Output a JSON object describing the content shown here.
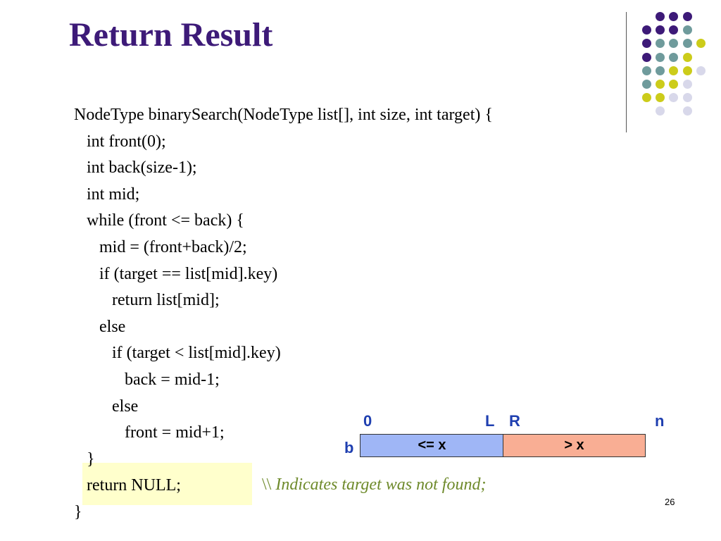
{
  "slide": {
    "title": "Return Result",
    "page_number": "26"
  },
  "colors": {
    "title": "#3d1a78",
    "comment": "#6e8a2b",
    "diagram_label": "#1f3fb0",
    "bar_left_fill": "#9fb6f6",
    "bar_right_fill": "#f9ae94",
    "highlight_fill": "#ffffcc",
    "dot_purple": "#3d1a78",
    "dot_teal": "#6f9b9c",
    "dot_yellow": "#cccc1a",
    "dot_lavender": "#d8d8ea"
  },
  "code": {
    "lines": [
      "NodeType binarySearch(NodeType list[], int size, int target) {",
      "   int front(0);",
      "   int back(size-1);",
      "   int mid;",
      "   while (front <= back) {",
      "      mid = (front+back)/2;",
      "      if (target == list[mid].key)",
      "         return list[mid];",
      "      else",
      "         if (target < list[mid].key)",
      "            back = mid-1;",
      "         else",
      "            front = mid+1;",
      "   }",
      "   return NULL;",
      "}"
    ],
    "comment_marker": "\\\\",
    "comment_text": "Indicates target was not found;"
  },
  "diagram": {
    "label_start": "0",
    "label_L": "L",
    "label_R": "R",
    "label_end": "n",
    "label_b": "b",
    "left_segment": "<= x",
    "right_segment": "> x"
  },
  "decoration": {
    "dot_grid": [
      [
        null,
        "purple",
        "purple",
        "purple",
        null
      ],
      [
        "purple",
        "purple",
        "purple",
        "teal",
        null
      ],
      [
        "purple",
        "teal",
        "teal",
        "teal",
        "yellow"
      ],
      [
        "purple",
        "teal",
        "teal",
        "yellow",
        null
      ],
      [
        "teal",
        "teal",
        "yellow",
        "yellow",
        "lavender"
      ],
      [
        "teal",
        "yellow",
        "yellow",
        "lavender",
        null
      ],
      [
        "yellow",
        "yellow",
        "lavender",
        "lavender",
        null
      ],
      [
        null,
        "lavender",
        null,
        "lavender",
        null
      ]
    ]
  }
}
